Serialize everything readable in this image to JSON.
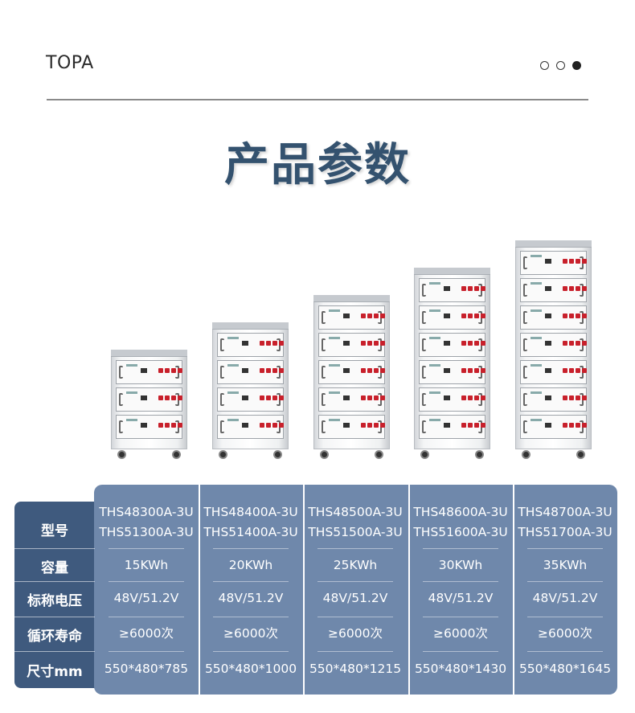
{
  "header": {
    "brand": "TOPA"
  },
  "pager": {
    "count": 3,
    "active_index": 2
  },
  "title": "产品参数",
  "racks": [
    {
      "modules": 3
    },
    {
      "modules": 4
    },
    {
      "modules": 5
    },
    {
      "modules": 6
    },
    {
      "modules": 7
    }
  ],
  "table": {
    "row_labels": [
      "型号",
      "容量",
      "标称电压",
      "循环寿命",
      "尺寸mm"
    ],
    "columns": [
      {
        "model_a": "THS48300A-3U",
        "model_b": "THS51300A-3U",
        "capacity": "15KWh",
        "voltage": "48V/51.2V",
        "cycle_life": "≥6000次",
        "size": "550*480*785"
      },
      {
        "model_a": "THS48400A-3U",
        "model_b": "THS51400A-3U",
        "capacity": "20KWh",
        "voltage": "48V/51.2V",
        "cycle_life": "≥6000次",
        "size": "550*480*1000"
      },
      {
        "model_a": "THS48500A-3U",
        "model_b": "THS51500A-3U",
        "capacity": "25KWh",
        "voltage": "48V/51.2V",
        "cycle_life": "≥6000次",
        "size": "550*480*1215"
      },
      {
        "model_a": "THS48600A-3U",
        "model_b": "THS51600A-3U",
        "capacity": "30KWh",
        "voltage": "48V/51.2V",
        "cycle_life": "≥6000次",
        "size": "550*480*1430"
      },
      {
        "model_a": "THS48700A-3U",
        "model_b": "THS51700A-3U",
        "capacity": "35KWh",
        "voltage": "48V/51.2V",
        "cycle_life": "≥6000次",
        "size": "550*480*1645"
      }
    ]
  }
}
